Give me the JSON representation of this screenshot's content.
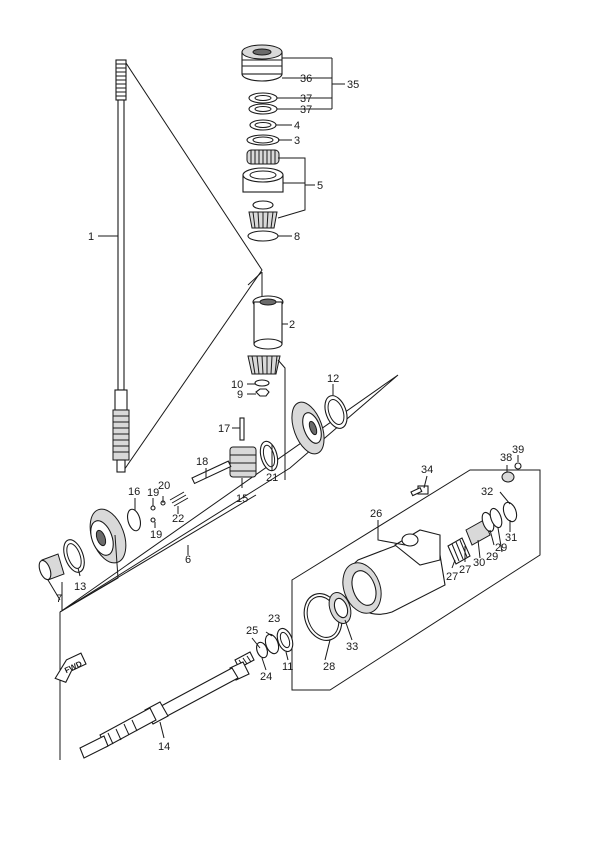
{
  "fwd_badge": "FWD",
  "callouts": {
    "c1": "1",
    "c2": "2",
    "c3": "3",
    "c4": "4",
    "c5": "5",
    "c6": "6",
    "c7": "7",
    "c8": "8",
    "c9": "9",
    "c10": "10",
    "c11": "11",
    "c12": "12",
    "c13": "13",
    "c14": "14",
    "c15": "15",
    "c16": "16",
    "c17": "17",
    "c18": "18",
    "c19a": "19",
    "c19b": "19",
    "c20": "20",
    "c21": "21",
    "c22": "22",
    "c23": "23",
    "c24": "24",
    "c25": "25",
    "c26": "26",
    "c27a": "27",
    "c27b": "27",
    "c28": "28",
    "c29a": "29",
    "c29b": "29",
    "c30": "30",
    "c31": "31",
    "c32": "32",
    "c33": "33",
    "c34": "34",
    "c35": "35",
    "c36": "36",
    "c37a": "37",
    "c37b": "37",
    "c38": "38",
    "c39": "39"
  }
}
